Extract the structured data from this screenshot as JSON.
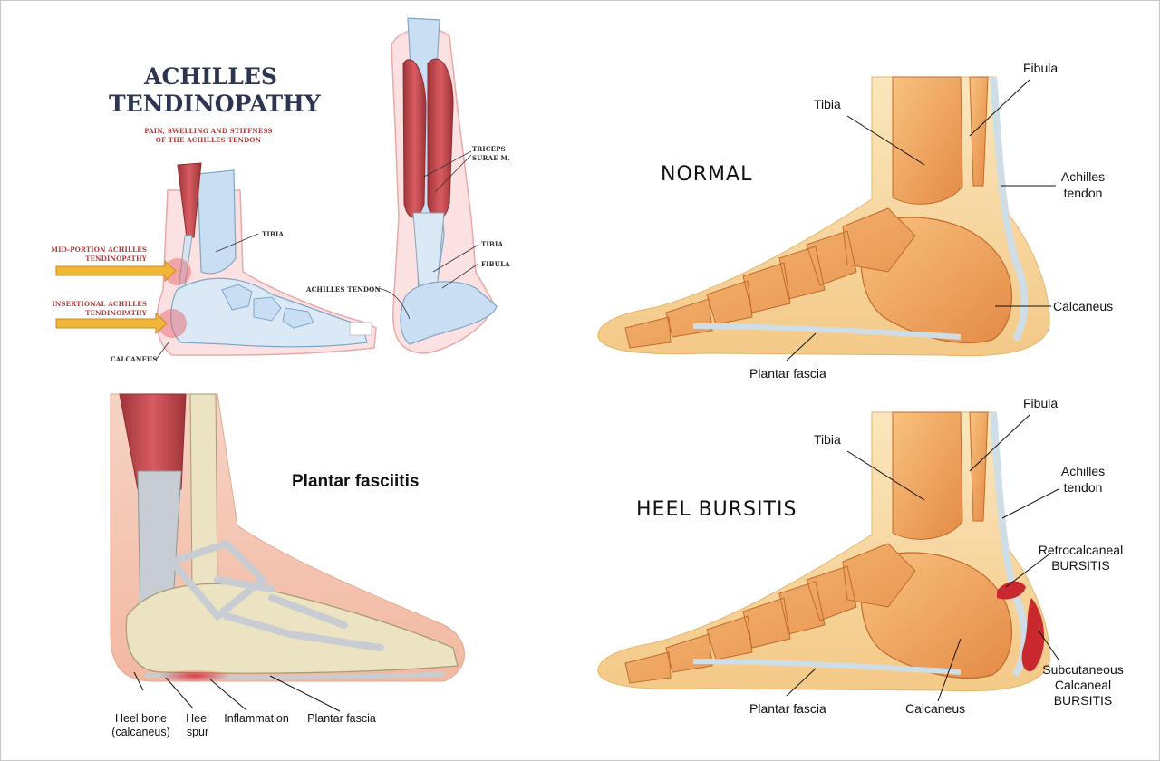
{
  "achilles": {
    "title_line1": "ACHILLES",
    "title_line2": "TENDINOPATHY",
    "subtitle_line1": "PAIN, SWELLING AND STIFFNESS",
    "subtitle_line2": "OF THE ACHILLES TENDON",
    "mid_portion_line1": "MID-PORTION ACHILLES",
    "mid_portion_line2": "TENDINOPATHY",
    "insertional_line1": "INSERTIONAL ACHILLES",
    "insertional_line2": "TENDINOPATHY",
    "tibia": "TIBIA",
    "calcaneus": "CALCANEUS",
    "triceps_line1": "TRICEPS",
    "triceps_line2": "SURAE M.",
    "tibia_back": "TIBIA",
    "fibula_back": "FIBULA",
    "achilles_tendon": "ACHILLES TENDON",
    "colors": {
      "title": "#2e3550",
      "red_text": "#b23a3a",
      "arrow": "#f0b63a",
      "muscle": "#d9525a",
      "bone": "#c9def2"
    }
  },
  "normal": {
    "heading": "NORMAL",
    "tibia": "Tibia",
    "fibula": "Fibula",
    "achilles_line1": "Achilles",
    "achilles_line2": "tendon",
    "calcaneus": "Calcaneus",
    "plantar_fascia": "Plantar fascia",
    "colors": {
      "skin": "#f6d79a",
      "bone": "#f4a865",
      "bone_dark": "#e0843f",
      "tendon": "#cfdde6"
    }
  },
  "plantar": {
    "heading": "Plantar fasciitis",
    "heel_bone_line1": "Heel bone",
    "heel_bone_line2": "(calcaneus)",
    "heel_spur_line1": "Heel",
    "heel_spur_line2": "spur",
    "inflammation": "Inflammation",
    "plantar_fascia": "Plantar fascia",
    "colors": {
      "skin": "#f7cdb9",
      "bone": "#ece3c2",
      "muscle": "#b8494a",
      "ligament": "#c7cdd2",
      "inflammation": "#e0323a"
    }
  },
  "bursitis": {
    "heading": "HEEL BURSITIS",
    "tibia": "Tibia",
    "fibula": "Fibula",
    "achilles_line1": "Achilles",
    "achilles_line2": "tendon",
    "retro_line1": "Retrocalcaneal",
    "retro_line2": "BURSITIS",
    "subcut_line1": "Subcutaneous",
    "subcut_line2": "Calcaneal",
    "subcut_line3": "BURSITIS",
    "plantar_fascia": "Plantar fascia",
    "calcaneus": "Calcaneus",
    "colors": {
      "bursa": "#c8282e"
    }
  }
}
